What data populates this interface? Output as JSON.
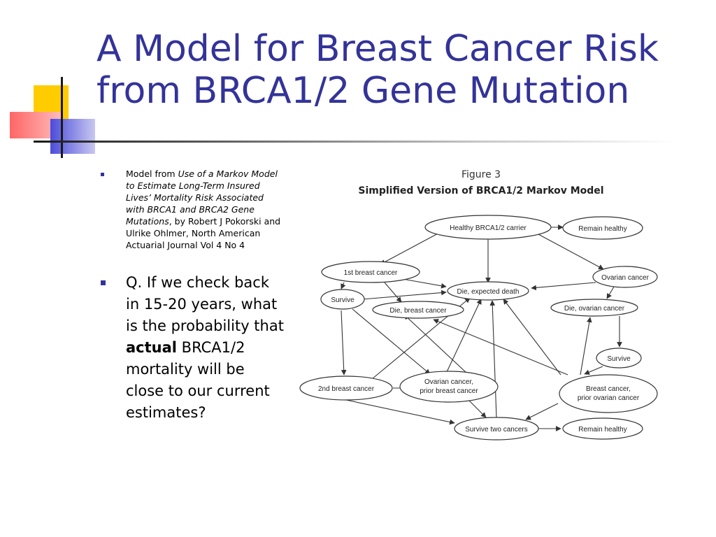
{
  "title": {
    "line1": "A Model for Breast Cancer Risk",
    "line2": "from BRCA1/2 Gene Mutation"
  },
  "bullets": {
    "source": {
      "prefix": "Model from ",
      "title_italic": "Use of a Markov Model to Estimate Long-Term Insured Lives’ Mortality Risk Associated with BRCA1 and BRCA2 Gene Mutations",
      "suffix": ", by Robert J Pokorski and Ulrike Ohlmer, North American Actuarial Journal Vol 4 No 4"
    },
    "question": {
      "before": "Q. If we check back in 15-20 years, what is the probability that ",
      "bold": "actual",
      "after": " BRCA1/2 mortality will be close to our current estimates?"
    }
  },
  "figure": {
    "caption": "Figure 3",
    "title": "Simplified Version of BRCA1/2 Markov Model",
    "nodes": {
      "healthy_carrier": "Healthy BRCA1/2 carrier",
      "remain_healthy_top": "Remain healthy",
      "first_breast_cancer": "1st breast cancer",
      "ovarian_cancer": "Ovarian cancer",
      "die_expected_death": "Die, expected death",
      "survive_left": "Survive",
      "die_breast_cancer": "Die, breast cancer",
      "die_ovarian_cancer": "Die, ovarian cancer",
      "survive_right": "Survive",
      "second_breast_cancer": "2nd breast cancer",
      "ovarian_prior_breast": [
        "Ovarian cancer,",
        "prior breast cancer"
      ],
      "breast_prior_ovarian": [
        "Breast cancer,",
        "prior ovarian cancer"
      ],
      "survive_two_cancers": "Survive two cancers",
      "remain_healthy_bottom": "Remain healthy"
    }
  }
}
